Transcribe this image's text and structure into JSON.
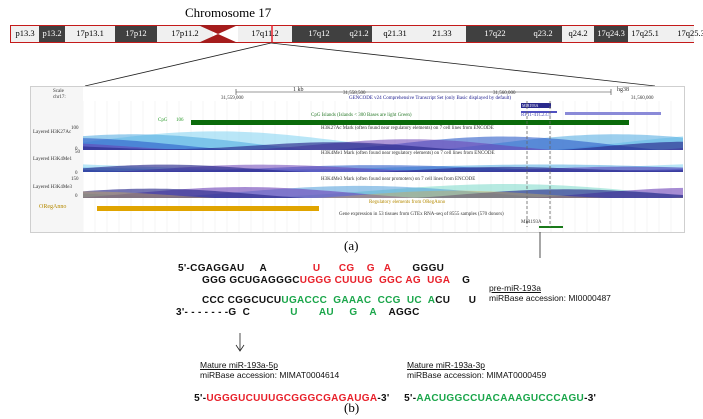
{
  "chromosome": {
    "title": "Chromosome 17",
    "bands": [
      {
        "label": "p13.3",
        "fill": "#f0f0f0",
        "text": "#000"
      },
      {
        "label": "p13.2",
        "fill": "#404040",
        "text": "#fff"
      },
      {
        "label": "17p13.1",
        "fill": "#f0f0f0",
        "text": "#000"
      },
      {
        "label": "17p12",
        "fill": "#404040",
        "text": "#fff"
      },
      {
        "label": "17p11.2",
        "fill": "#f0f0f0",
        "text": "#000"
      },
      {
        "label": "17q11.2",
        "fill": "#f0f0f0",
        "text": "#000"
      },
      {
        "label": "17q12",
        "fill": "#404040",
        "text": "#fff"
      },
      {
        "label": "q21.2",
        "fill": "#404040",
        "text": "#fff"
      },
      {
        "label": "q21.31",
        "fill": "#f0f0f0",
        "text": "#000"
      },
      {
        "label": "21.33",
        "fill": "#f0f0f0",
        "text": "#000"
      },
      {
        "label": "17q22",
        "fill": "#404040",
        "text": "#fff"
      },
      {
        "label": "q23.2",
        "fill": "#404040",
        "text": "#fff"
      },
      {
        "label": "q24.2",
        "fill": "#f0f0f0",
        "text": "#000"
      },
      {
        "label": "17q24.3",
        "fill": "#404040",
        "text": "#fff"
      },
      {
        "label": "17q25.1",
        "fill": "#f0f0f0",
        "text": "#000"
      },
      {
        "label": "17q25.3",
        "fill": "#f0f0f0",
        "text": "#000"
      }
    ]
  },
  "browser": {
    "scale_label": "Scale",
    "chr_label": "chr17:",
    "scale_value": "1 kb",
    "assembly": "hg38",
    "coords": [
      "31,559,000",
      "31,558,500",
      "31,560,000",
      "31,560,000"
    ],
    "gencode_title": "GENCODE v24 Comprehensive Transcript Set (only Basic displayed by default)",
    "gene1": "MIR193A",
    "gene2": "RP11-41C23.5",
    "cpg_track_label": "CpG",
    "cpg_count": "106",
    "cpg_title": "CpG Islands (Islands < 300 Bases are light Green)",
    "h3k27ac_title": "H3K27Ac Mark (often found near regulatory elements) on 7 cell lines from ENCODE",
    "h3k27ac_label": "Layered H3K27Ac",
    "h3k27ac_scale": [
      "100",
      "0"
    ],
    "h3k4me1_title": "H3K4Me1 Mark (often found near regulatory elements) on 7 cell lines from ENCODE",
    "h3k4me1_label": "Layered H3K4Me1",
    "h3k4me1_scale": [
      "50",
      "0"
    ],
    "h3k4me3_title": "H3K4Me3 Mark (often found near promoters) on 7 cell lines from ENCODE",
    "h3k4me3_label": "Layered H3K4Me3",
    "h3k4me3_scale": [
      "150",
      "0"
    ],
    "oreg_label": "ORegAnno",
    "oreg_title": "Regulatory elements from ORegAnno",
    "gtex_title": "Gene expression in 53 tissues from GTEx RNA-seq of 8555 samples (570 donors)",
    "gtex_gene": "MIR193A"
  },
  "labels": {
    "panel_a": "(a)",
    "panel_b": "(b)"
  },
  "pre_mirna": {
    "row1": [
      {
        "t": "5'-CGAGGAU",
        "c": "blk"
      },
      {
        "t": "     A",
        "c": "blk"
      },
      {
        "t": "               U",
        "c": "red"
      },
      {
        "t": "      CG",
        "c": "red"
      },
      {
        "t": "    G",
        "c": "red"
      },
      {
        "t": "   A",
        "c": "red"
      },
      {
        "t": "       GGGU",
        "c": "blk"
      }
    ],
    "row2": [
      {
        "t": "GGG GCUGAGGGC",
        "c": "blk"
      },
      {
        "t": "UGGG CUUUG  GGC AG  UGA",
        "c": "red"
      },
      {
        "t": "    G",
        "c": "blk"
      }
    ],
    "row3": [
      {
        "t": "CCC CGGCUCU",
        "c": "blk"
      },
      {
        "t": "UGACCC  GAAAC  CCG  UC  A",
        "c": "green"
      },
      {
        "t": "CU      U",
        "c": "blk"
      }
    ],
    "row4": [
      {
        "t": "3'- - - - - - -G  C",
        "c": "blk"
      },
      {
        "t": "             U       AU     G    A",
        "c": "green"
      },
      {
        "t": "    AGGC",
        "c": "blk"
      }
    ],
    "title": "pre-miR-193a",
    "accession": "miRBase accession: MI0000487"
  },
  "mature_5p": {
    "title": "Mature miR-193a-5p",
    "accession": "miRBase accession: MIMAT0004614",
    "prefix": "5'-",
    "sequence": "UGGGUCUUUGCGGGCGAGAUGA",
    "suffix": "-3'"
  },
  "mature_3p": {
    "title": "Mature miR-193a-3p",
    "accession": "miRBase accession: MIMAT0000459",
    "prefix": "5'-",
    "sequence": "AACUGGCCUACAAAGUCCCAGU",
    "suffix": "-3'"
  }
}
